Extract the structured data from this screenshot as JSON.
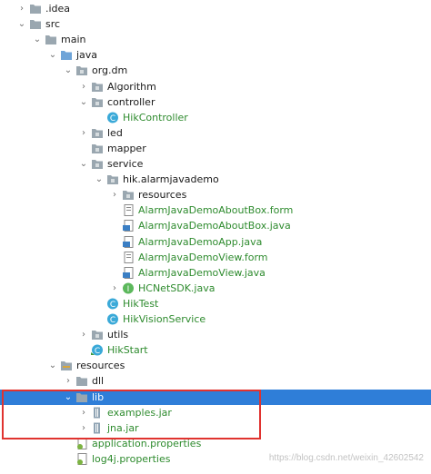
{
  "tree": [
    {
      "label": ".idea",
      "icon": "folder",
      "expanded": false,
      "depth": 0,
      "color": "default"
    },
    {
      "label": "src",
      "icon": "folder",
      "expanded": true,
      "depth": 0,
      "color": "default"
    },
    {
      "label": "main",
      "icon": "folder",
      "expanded": true,
      "depth": 1,
      "color": "default"
    },
    {
      "label": "java",
      "icon": "source-folder",
      "expanded": true,
      "depth": 2,
      "color": "default"
    },
    {
      "label": "org.dm",
      "icon": "package",
      "expanded": true,
      "depth": 3,
      "color": "default"
    },
    {
      "label": "Algorithm",
      "icon": "package",
      "expanded": false,
      "depth": 4,
      "color": "default"
    },
    {
      "label": "controller",
      "icon": "package",
      "expanded": true,
      "depth": 4,
      "color": "default"
    },
    {
      "label": "HikController",
      "icon": "class",
      "expanded": null,
      "depth": 5,
      "color": "green"
    },
    {
      "label": "led",
      "icon": "package",
      "expanded": false,
      "depth": 4,
      "color": "default"
    },
    {
      "label": "mapper",
      "icon": "package",
      "expanded": null,
      "depth": 4,
      "color": "default"
    },
    {
      "label": "service",
      "icon": "package",
      "expanded": true,
      "depth": 4,
      "color": "default"
    },
    {
      "label": "hik.alarmjavademo",
      "icon": "package",
      "expanded": true,
      "depth": 5,
      "color": "default"
    },
    {
      "label": "resources",
      "icon": "package",
      "expanded": false,
      "depth": 6,
      "color": "default"
    },
    {
      "label": "AlarmJavaDemoAboutBox.form",
      "icon": "form-file",
      "expanded": null,
      "depth": 6,
      "color": "green"
    },
    {
      "label": "AlarmJavaDemoAboutBox.java",
      "icon": "java-file",
      "expanded": null,
      "depth": 6,
      "color": "green"
    },
    {
      "label": "AlarmJavaDemoApp.java",
      "icon": "java-file",
      "expanded": null,
      "depth": 6,
      "color": "green"
    },
    {
      "label": "AlarmJavaDemoView.form",
      "icon": "form-file",
      "expanded": null,
      "depth": 6,
      "color": "green"
    },
    {
      "label": "AlarmJavaDemoView.java",
      "icon": "java-file",
      "expanded": null,
      "depth": 6,
      "color": "green"
    },
    {
      "label": "HCNetSDK.java",
      "icon": "interface",
      "expanded": false,
      "depth": 6,
      "color": "green"
    },
    {
      "label": "HikTest",
      "icon": "class",
      "expanded": null,
      "depth": 5,
      "color": "green"
    },
    {
      "label": "HikVisionService",
      "icon": "class",
      "expanded": null,
      "depth": 5,
      "color": "green"
    },
    {
      "label": "utils",
      "icon": "package",
      "expanded": false,
      "depth": 4,
      "color": "default"
    },
    {
      "label": "HikStart",
      "icon": "main-class",
      "expanded": null,
      "depth": 4,
      "color": "green"
    },
    {
      "label": "resources",
      "icon": "resources-folder",
      "expanded": true,
      "depth": 2,
      "color": "default"
    },
    {
      "label": "dll",
      "icon": "folder",
      "expanded": false,
      "depth": 3,
      "color": "default"
    },
    {
      "label": "lib",
      "icon": "folder",
      "expanded": true,
      "depth": 3,
      "color": "default",
      "selected": true
    },
    {
      "label": "examples.jar",
      "icon": "jar",
      "expanded": false,
      "depth": 4,
      "color": "green"
    },
    {
      "label": "jna.jar",
      "icon": "jar",
      "expanded": false,
      "depth": 4,
      "color": "green"
    },
    {
      "label": "application.properties",
      "icon": "properties-file",
      "expanded": null,
      "depth": 3,
      "color": "green"
    },
    {
      "label": "log4j.properties",
      "icon": "properties-file",
      "expanded": null,
      "depth": 3,
      "color": "green"
    }
  ],
  "watermark": "https://blog.csdn.net/weixin_42602542",
  "colors": {
    "selection": "#2f7ed8",
    "highlight_border": "#e0332f",
    "vcs_new_file": "#2e8b2e",
    "folder": "#9aa7b0",
    "class_icon": "#3aa9d8",
    "main_class_icon": "#3aa9d8",
    "interface_icon": "#5cb85c",
    "jar_icon": "#8fa3b3"
  }
}
